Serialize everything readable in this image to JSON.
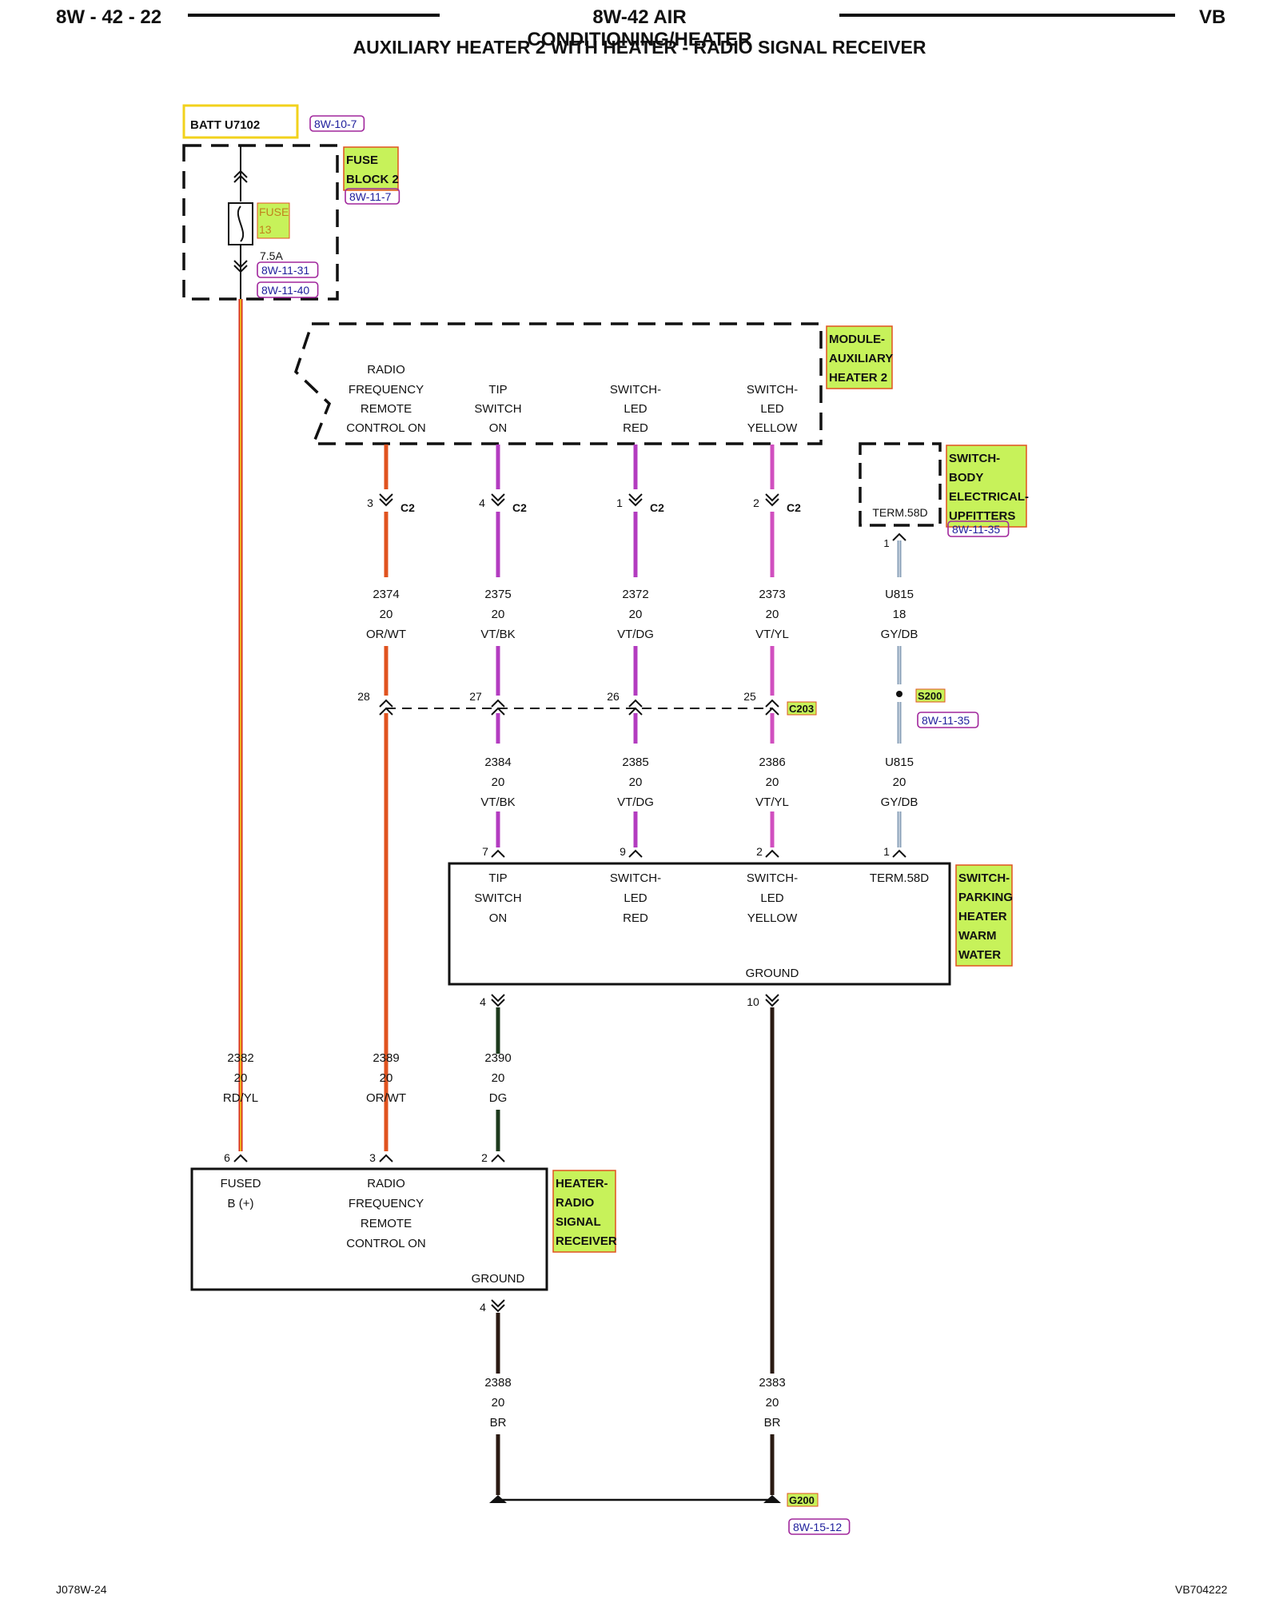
{
  "header": {
    "page_left": "8W - 42 - 22",
    "section_title": "8W-42 AIR CONDITIONING/HEATER",
    "page_right": "VB",
    "subtitle": "AUXILIARY HEATER 2 WITH HEATER - RADIO SIGNAL RECEIVER"
  },
  "footer": {
    "left": "J078W-24",
    "right": "VB704222"
  },
  "colors": {
    "wire_red_yellow_main": "#d72d1e",
    "wire_red_yellow_tracer": "#f2d21c",
    "wire_orange": "#e0531f",
    "wire_violet": "#b33cc0",
    "wire_violet_light": "#d04fbf",
    "wire_gray_blue": "#8aa0b8",
    "wire_dark_green": "#1d3a1d",
    "wire_brown": "#2a1a12",
    "label_highlight": "#c7f25a",
    "label_border": "#e0531f",
    "ref_border": "#a0269c",
    "ref_text": "#1e1e9c",
    "batt_box": "#f2d21c"
  },
  "labels": {
    "batt": "BATT U7102",
    "batt_ref": "8W-10-7",
    "fuse_block": [
      "FUSE",
      "BLOCK 2"
    ],
    "fuse_block_ref": "8W-11-7",
    "fuse": [
      "FUSE",
      "13"
    ],
    "fuse_rating": "7.5A",
    "fuse_ref_1": "8W-11-31",
    "fuse_ref_2": "8W-11-40",
    "module": [
      "MODULE-",
      "AUXILIARY",
      "HEATER 2"
    ],
    "switch_body": [
      "SWITCH-",
      "BODY",
      "ELECTRICAL-",
      "UPFITTERS"
    ],
    "switch_body_ref": "8W-11-35",
    "switch_body_pin": "TERM.58D",
    "switch_parking": [
      "SWITCH-",
      "PARKING",
      "HEATER",
      "WARM",
      "WATER"
    ],
    "receiver": [
      "HEATER-",
      "RADIO",
      "SIGNAL",
      "RECEIVER"
    ],
    "splice": "S200",
    "splice_ref": "8W-11-35",
    "connector_c203": "C203",
    "ground": "G200",
    "ground_ref": "8W-15-12"
  },
  "module_pins": [
    {
      "lines": [
        "RADIO",
        "FREQUENCY",
        "REMOTE",
        "CONTROL ON"
      ]
    },
    {
      "lines": [
        "TIP",
        "SWITCH",
        "ON"
      ]
    },
    {
      "lines": [
        "SWITCH-",
        "LED",
        "RED"
      ]
    },
    {
      "lines": [
        "SWITCH-",
        "LED",
        "YELLOW"
      ]
    }
  ],
  "c2_pins": [
    {
      "pin": "3",
      "conn": "C2"
    },
    {
      "pin": "4",
      "conn": "C2"
    },
    {
      "pin": "1",
      "conn": "C2"
    },
    {
      "pin": "2",
      "conn": "C2"
    }
  ],
  "upper_wires": [
    {
      "circuit": "2374",
      "gauge": "20",
      "color": "OR/WT"
    },
    {
      "circuit": "2375",
      "gauge": "20",
      "color": "VT/BK"
    },
    {
      "circuit": "2372",
      "gauge": "20",
      "color": "VT/DG"
    },
    {
      "circuit": "2373",
      "gauge": "20",
      "color": "VT/YL"
    },
    {
      "circuit": "U815",
      "gauge": "18",
      "color": "GY/DB"
    }
  ],
  "switch_body_connector_pin": "1",
  "c203_pins": [
    "28",
    "27",
    "26",
    "25"
  ],
  "middle_wires": [
    {
      "circuit": "2384",
      "gauge": "20",
      "color": "VT/BK"
    },
    {
      "circuit": "2385",
      "gauge": "20",
      "color": "VT/DG"
    },
    {
      "circuit": "2386",
      "gauge": "20",
      "color": "VT/YL"
    },
    {
      "circuit": "U815",
      "gauge": "20",
      "color": "GY/DB"
    }
  ],
  "parking_switch_top_pins": [
    "7",
    "9",
    "2",
    "1"
  ],
  "parking_switch_pins": [
    {
      "lines": [
        "TIP",
        "SWITCH",
        "ON"
      ]
    },
    {
      "lines": [
        "SWITCH-",
        "LED",
        "RED"
      ]
    },
    {
      "lines": [
        "SWITCH-",
        "LED",
        "YELLOW"
      ]
    },
    {
      "lines": [
        "TERM.58D"
      ]
    }
  ],
  "parking_switch_ground": "GROUND",
  "parking_switch_bottom_pins": [
    "4",
    "10"
  ],
  "lower_wires": [
    {
      "circuit": "2382",
      "gauge": "20",
      "color": "RD/YL"
    },
    {
      "circuit": "2389",
      "gauge": "20",
      "color": "OR/WT"
    },
    {
      "circuit": "2390",
      "gauge": "20",
      "color": "DG"
    }
  ],
  "receiver_top_pins": [
    "6",
    "3",
    "2"
  ],
  "receiver_pins": [
    {
      "lines": [
        "FUSED",
        "B (+)"
      ]
    },
    {
      "lines": [
        "RADIO",
        "FREQUENCY",
        "REMOTE",
        "CONTROL ON"
      ]
    }
  ],
  "receiver_ground": "GROUND",
  "receiver_bottom_pin": "4",
  "ground_wires": [
    {
      "circuit": "2388",
      "gauge": "20",
      "color": "BR"
    },
    {
      "circuit": "2383",
      "gauge": "20",
      "color": "BR"
    }
  ]
}
